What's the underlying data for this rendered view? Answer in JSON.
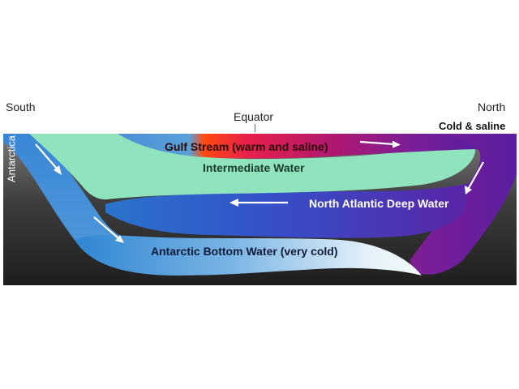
{
  "labels": {
    "south": "South",
    "north": "North",
    "equator": "Equator",
    "cold_saline": "Cold & saline",
    "antarctica": "Antarctica"
  },
  "water_masses": {
    "gulf_stream": "Gulf Stream (warm and saline)",
    "intermediate": "Intermediate Water",
    "north_atlantic_deep": "North Atlantic Deep Water",
    "antarctic_bottom": "Antarctic Bottom Water (very cold)"
  },
  "colors": {
    "seafloor_top": "#7a7a7a",
    "seafloor_bottom": "#1e1e1e",
    "gulf_warm": "#ff3b00",
    "gulf_mid": "#c2185b",
    "north_purple": "#5a1e9e",
    "intermediate": "#8fe3bd",
    "nadw_blue": "#2f5fd0",
    "nadw_purple": "#5b2aa8",
    "aabw_blue": "#3a8fd8",
    "aabw_light": "#e8f4fa",
    "arrow": "#ffffff"
  }
}
